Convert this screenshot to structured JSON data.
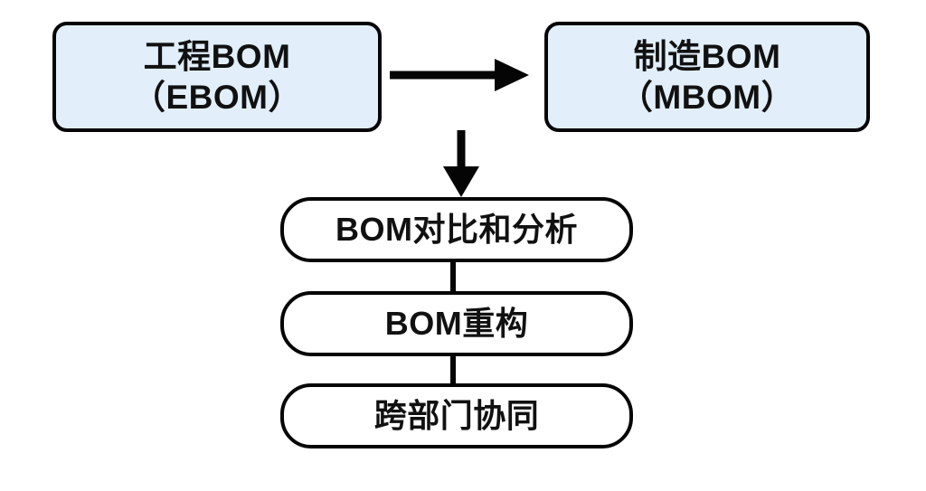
{
  "diagram": {
    "type": "flowchart",
    "background_color": "#ffffff",
    "colors": {
      "source_box_fill": "#e2effb",
      "step_box_fill": "#ffffff",
      "border": "#050505",
      "text": "#111111",
      "arrow": "#050505"
    },
    "nodes": [
      {
        "id": "ebom",
        "lines": [
          "工程BOM",
          "（EBOM）"
        ],
        "fill": "#e2effb"
      },
      {
        "id": "mbom",
        "lines": [
          "制造BOM",
          "（MBOM）"
        ],
        "fill": "#e2effb"
      },
      {
        "id": "compare",
        "label": "BOM对比和分析",
        "fill": "#ffffff"
      },
      {
        "id": "restructure",
        "label": "BOM重构",
        "fill": "#ffffff"
      },
      {
        "id": "collaborate",
        "label": "跨部门协同",
        "fill": "#ffffff"
      }
    ],
    "edges": [
      {
        "id": "ebom-to-mbom",
        "from": "ebom",
        "to": "mbom",
        "direction": "right",
        "arrowhead": true
      },
      {
        "id": "ebom-to-compare",
        "from": "ebom",
        "to": "compare",
        "direction": "down",
        "arrowhead": true
      },
      {
        "id": "compare-to-restructure",
        "from": "compare",
        "to": "restructure",
        "direction": "down",
        "arrowhead": false
      },
      {
        "id": "restructure-to-collaborate",
        "from": "restructure",
        "to": "collaborate",
        "direction": "down",
        "arrowhead": false
      }
    ]
  }
}
